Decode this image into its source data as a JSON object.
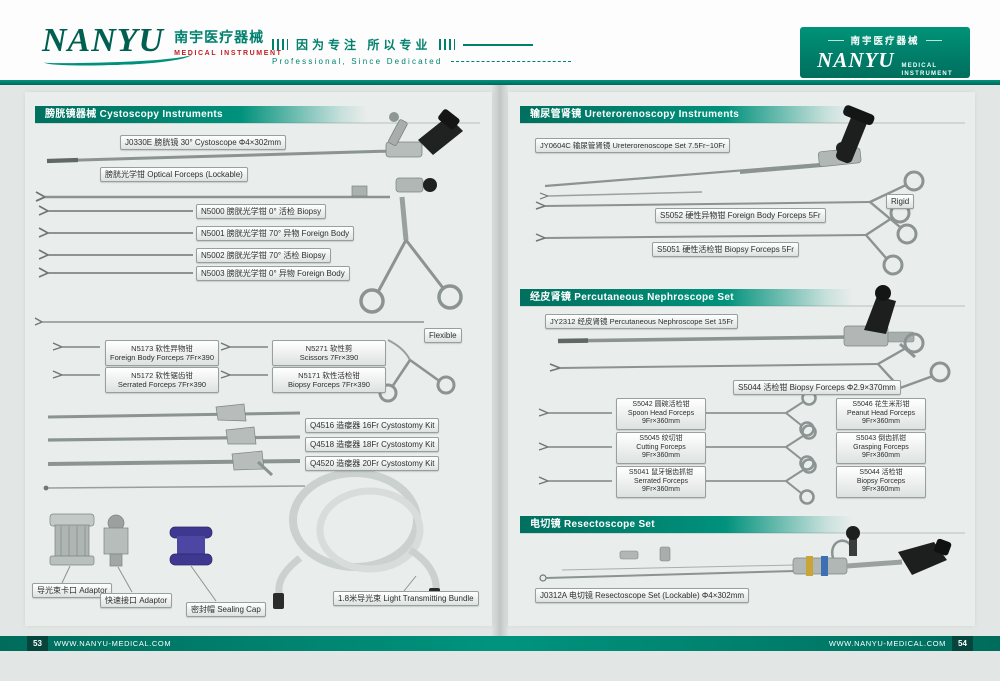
{
  "colors": {
    "brand_teal": "#00806F",
    "brand_red": "#C41D24",
    "page_bg": "#E2E6E4"
  },
  "header": {
    "brand": "NANYU",
    "brand_cn": "南宇医疗器械",
    "brand_en": "MEDICAL  INSTRUMENT",
    "tagline_cn": "因为专注  所以专业",
    "tagline_en": "Professional, Since Dedicated",
    "badge": {
      "cn": "南宇医疗器械",
      "brand": "NANYU",
      "en1": "MEDICAL",
      "en2": "INSTRUMENT"
    }
  },
  "left_page": {
    "section_title": "膀胱镜器械  Cystoscopy Instruments",
    "cystoscope_label": "J0330E 膀胱镜 30°  Cystoscope  Φ4×302mm",
    "optical_forceps_label": "膀胱光学钳 Optical Forceps (Lockable)",
    "rigid_forceps_labels": [
      "N5000 膀胱光学钳  0°  活检 Biopsy",
      "N5001 膀胱光学钳 70°  异物 Foreign Body",
      "N5002 膀胱光学钳 70°  活检 Biopsy",
      "N5003 膀胱光学钳  0°  异物 Foreign Body"
    ],
    "flexible_tag": "Flexible",
    "flexible_forceps": [
      {
        "line1": "N5173 软性异物钳",
        "line2": "Foreign Body Forceps 7Fr×390"
      },
      {
        "line1": "N5271 软性剪",
        "line2": "Scissors 7Fr×390"
      },
      {
        "line1": "N5172 软性锯齿钳",
        "line2": "Serrated Forceps 7Fr×390"
      },
      {
        "line1": "N5171 软性活检钳",
        "line2": "Biopsy Forceps 7Fr×390"
      }
    ],
    "cystostomy_labels": [
      "Q4516 造瘘器 16Fr Cystostomy Kit",
      "Q4518 造瘘器 18Fr Cystostomy Kit",
      "Q4520 造瘘器 20Fr Cystostomy Kit"
    ],
    "accessory_labels": [
      "导光束卡口 Adaptor",
      "快速接口 Adaptor",
      "密封帽 Sealing Cap",
      "1.8米导光束  Light Transmitting Bundle"
    ]
  },
  "right_page": {
    "uretero": {
      "section_title": "输尿管肾镜 Ureterorenoscopy Instruments",
      "scope_label": "JY0604C 输尿管肾镜 Ureterorenoscope Set 7.5Fr~10Fr",
      "rigid_tag": "Rigid",
      "forceps_labels": [
        "S5052 硬性异物钳 Foreign Body Forceps 5Fr",
        "S5051 硬性活检钳 Biopsy Forceps 5Fr"
      ]
    },
    "nephro": {
      "section_title": "经皮肾镜 Percutaneous Nephroscope Set",
      "scope_label": "JY2312 经皮肾镜 Percutaneous Nephroscope Set 15Fr",
      "biopsy_label": "S5044 活检钳 Biopsy Forceps Φ2.9×370mm",
      "forceps_grid": [
        {
          "line1": "S5042 圆碗活检钳",
          "line2": "Spoon Head Forceps",
          "line3": "9Fr×360mm"
        },
        {
          "line1": "S5046 花生米形钳",
          "line2": "Peanut Head Forceps",
          "line3": "9Fr×360mm"
        },
        {
          "line1": "S5045 绞切钳",
          "line2": "Cutting Forceps",
          "line3": "9Fr×360mm"
        },
        {
          "line1": "S5043 倒齿抓钳",
          "line2": "Grasping Forceps",
          "line3": "9Fr×360mm"
        },
        {
          "line1": "S5041 鼠牙锯齿抓钳",
          "line2": "Serrated Forceps",
          "line3": "9Fr×360mm"
        },
        {
          "line1": "S5044 活检钳",
          "line2": "Biopsy Forceps",
          "line3": "9Fr×360mm"
        }
      ]
    },
    "resecto": {
      "section_title": "电切镜  Resectoscope Set",
      "scope_label": "J0312A 电切镜 Resectoscope Set (Lockable)  Φ4×302mm"
    }
  },
  "footer": {
    "left_page_number": "53",
    "right_page_number": "54",
    "website": "WWW.NANYU-MEDICAL.COM"
  }
}
